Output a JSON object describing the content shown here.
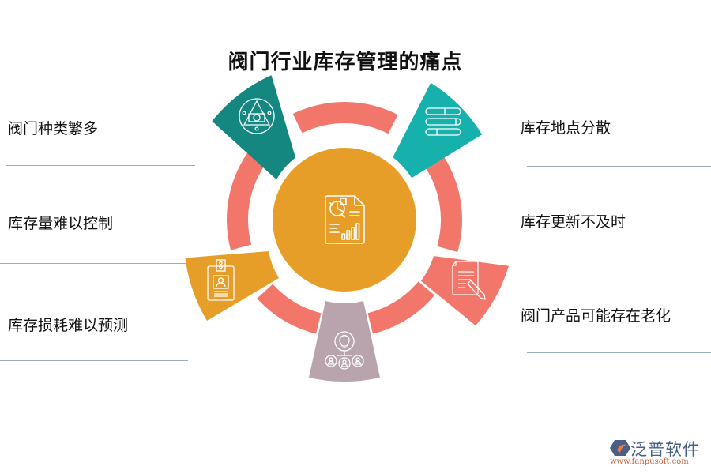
{
  "title": "阀门行业库存管理的痛点",
  "center": {
    "icon": "report-chart-document-icon",
    "color": "#E79E28"
  },
  "ring": {
    "color": "#F2766A"
  },
  "petals": [
    {
      "id": "top-left",
      "icon": "valve-symbol-icon",
      "color": "#138780"
    },
    {
      "id": "top-right",
      "icon": "list-bars-icon",
      "color": "#17B1AD"
    },
    {
      "id": "right",
      "icon": "document-pencil-icon",
      "color": "#F2766A"
    },
    {
      "id": "bottom",
      "icon": "idea-team-icon",
      "color": "#B9A4AE"
    },
    {
      "id": "left",
      "icon": "id-badge-icon",
      "color": "#E79E28"
    }
  ],
  "left_items": [
    {
      "label": "阀门种类繁多"
    },
    {
      "label": "库存量难以控制"
    },
    {
      "label": "库存损耗难以预测"
    }
  ],
  "right_items": [
    {
      "label": "库存地点分散"
    },
    {
      "label": "库存更新不及时"
    },
    {
      "label": "阀门产品可能存在老化"
    }
  ],
  "logo": {
    "brand": "泛普软件",
    "url": "www.fanpusoft.com"
  }
}
